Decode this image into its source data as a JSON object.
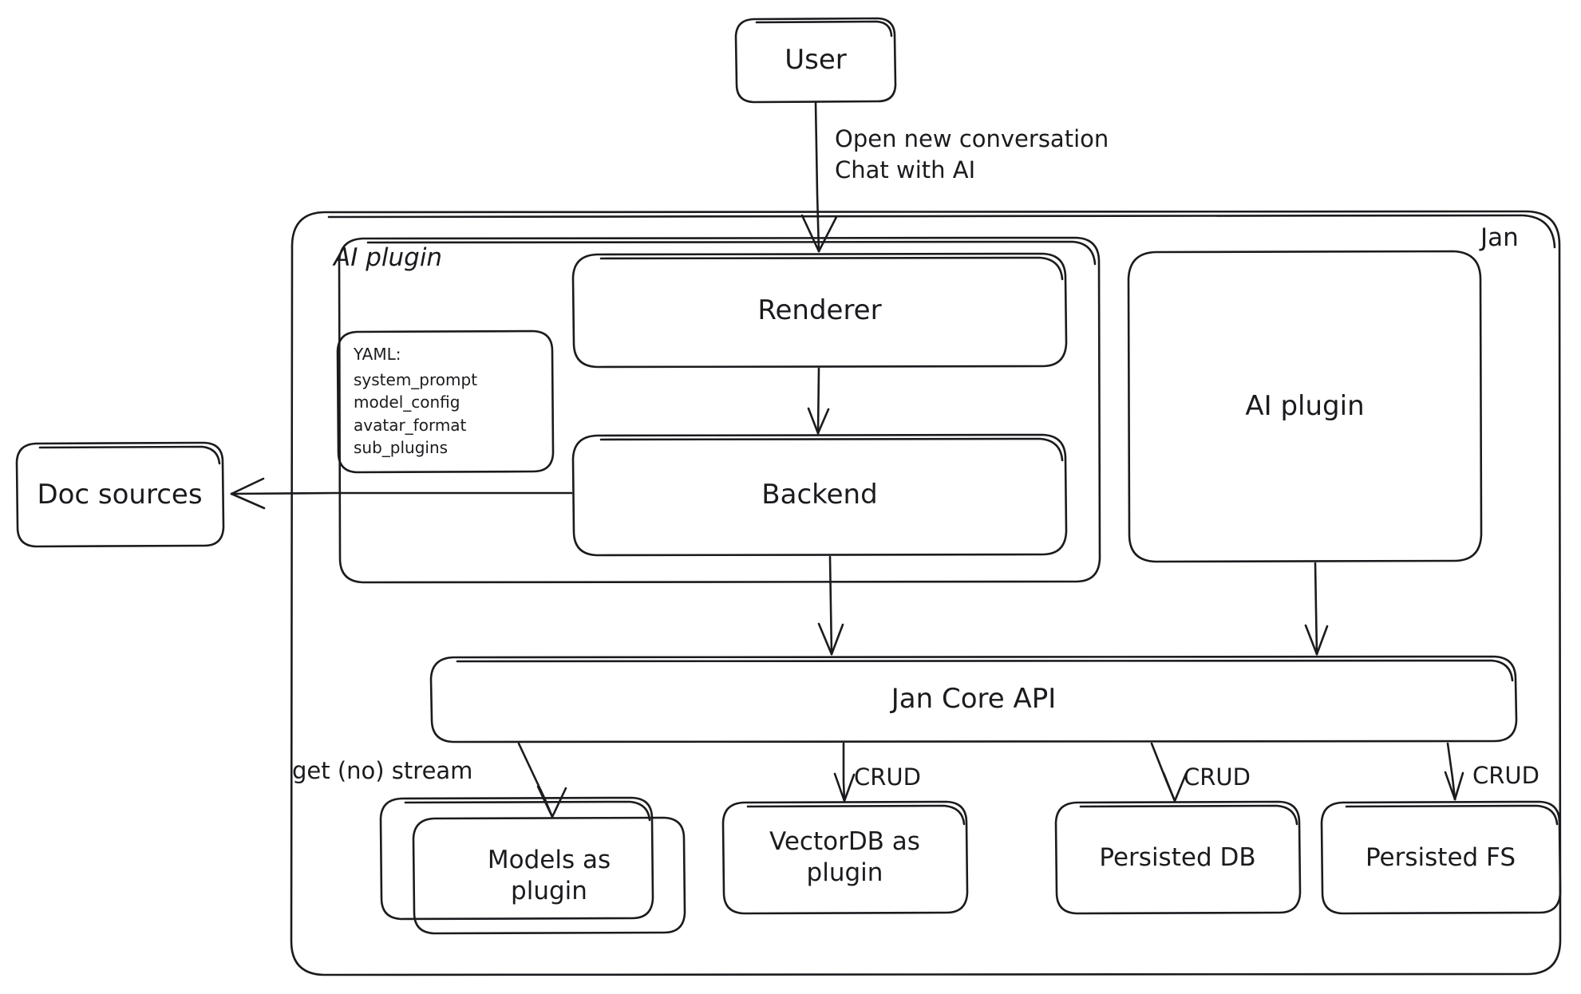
{
  "diagram": {
    "title_node": "User",
    "outer_container": {
      "label": "Jan"
    },
    "ai_plugin_container": {
      "label": "AI plugin"
    },
    "nodes": {
      "user": "User",
      "renderer": "Renderer",
      "backend": "Backend",
      "ai_plugin_right": "AI plugin",
      "doc_sources": "Doc sources",
      "jan_core_api": "Jan Core API",
      "models_as_plugin": "Models as\nplugin",
      "vectordb_as_plugin": "VectorDB as\nplugin",
      "persisted_db": "Persisted DB",
      "persisted_fs": "Persisted FS"
    },
    "yaml_box": {
      "heading": "YAML:",
      "keys": [
        "system_prompt",
        "model_config",
        "avatar_format",
        "sub_plugins"
      ]
    },
    "edge_labels": {
      "user_to_renderer": "Open new conversation\nChat with AI",
      "api_to_models": "get (no) stream",
      "api_to_vectordb": "CRUD",
      "api_to_persisted_db": "CRUD",
      "api_to_persisted_fs": "CRUD"
    },
    "colors": {
      "stroke": "#1b1b1f",
      "background": "#ffffff"
    }
  }
}
